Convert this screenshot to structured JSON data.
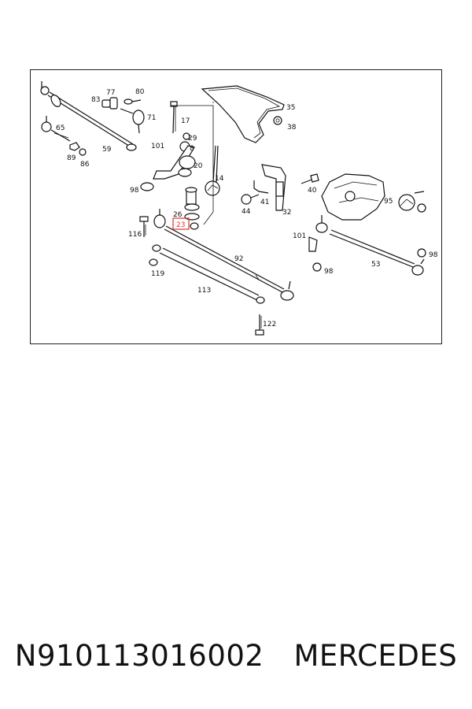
{
  "diagram": {
    "labels": [
      "77",
      "80",
      "83",
      "71",
      "17",
      "35",
      "65",
      "38",
      "29",
      "101",
      "8",
      "59",
      "89",
      "86",
      "20",
      "14",
      "98",
      "40",
      "95",
      "41",
      "44",
      "32",
      "26",
      "23",
      "116",
      "101",
      "98",
      "92",
      "53",
      "119",
      "98",
      "113",
      "122"
    ],
    "highlight": {
      "label": "23",
      "color": "#e0332f"
    }
  },
  "caption": {
    "part_number": "N910113016002",
    "brand": "MERCEDES"
  }
}
